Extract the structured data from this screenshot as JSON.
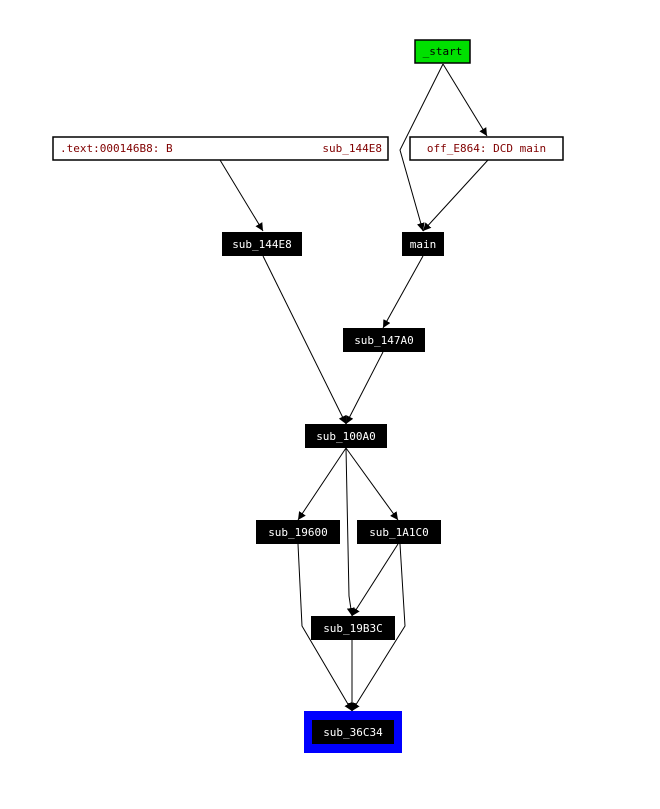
{
  "colors": {
    "start_fill": "#00e000",
    "start_border": "#000000",
    "ref_border": "#000000",
    "ref_text": "#800000",
    "func_fill": "#000000",
    "func_text": "#ffffff",
    "target_border": "#0000ff",
    "edge": "#000000"
  },
  "nodes": {
    "start": {
      "label": "_start"
    },
    "text_ref": {
      "left": ".text:000146B8: B",
      "right": "sub_144E8"
    },
    "off_ref": {
      "label": "off_E864: DCD main"
    },
    "sub_144E8": {
      "label": "sub_144E8"
    },
    "main": {
      "label": "main"
    },
    "sub_147A0": {
      "label": "sub_147A0"
    },
    "sub_100A0": {
      "label": "sub_100A0"
    },
    "sub_19600": {
      "label": "sub_19600"
    },
    "sub_1A1C0": {
      "label": "sub_1A1C0"
    },
    "sub_19B3C": {
      "label": "sub_19B3C"
    },
    "sub_36C34": {
      "label": "sub_36C34"
    }
  },
  "edges": [
    {
      "from": "start",
      "to": "off_ref"
    },
    {
      "from": "start",
      "to": "main"
    },
    {
      "from": "off_ref",
      "to": "main"
    },
    {
      "from": "text_ref",
      "to": "sub_144E8"
    },
    {
      "from": "main",
      "to": "sub_147A0"
    },
    {
      "from": "sub_144E8",
      "to": "sub_100A0"
    },
    {
      "from": "sub_147A0",
      "to": "sub_100A0"
    },
    {
      "from": "sub_100A0",
      "to": "sub_19600"
    },
    {
      "from": "sub_100A0",
      "to": "sub_1A1C0"
    },
    {
      "from": "sub_100A0",
      "to": "sub_19B3C"
    },
    {
      "from": "sub_1A1C0",
      "to": "sub_19B3C"
    },
    {
      "from": "sub_19600",
      "to": "sub_36C34"
    },
    {
      "from": "sub_19B3C",
      "to": "sub_36C34"
    },
    {
      "from": "sub_1A1C0",
      "to": "sub_36C34"
    }
  ]
}
